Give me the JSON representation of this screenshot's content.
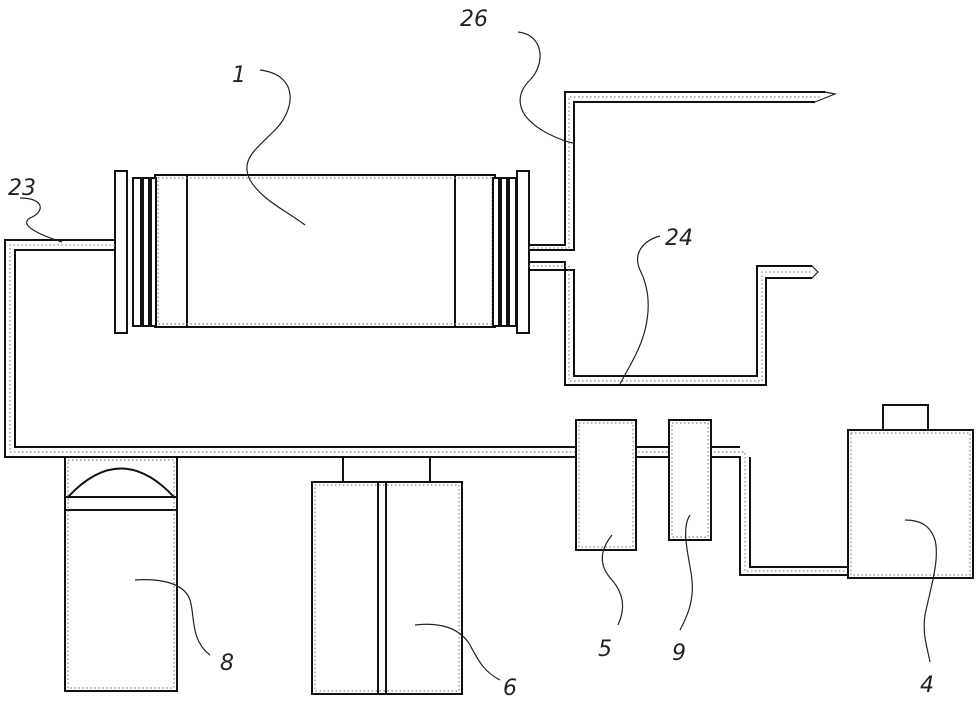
{
  "labels": {
    "main_body": "1",
    "upper_pipe": "26",
    "left_pipe": "23",
    "lower_pipe": "24",
    "tank_4": "4",
    "unit_5": "5",
    "unit_6": "6",
    "unit_8": "8",
    "unit_9": "9"
  }
}
